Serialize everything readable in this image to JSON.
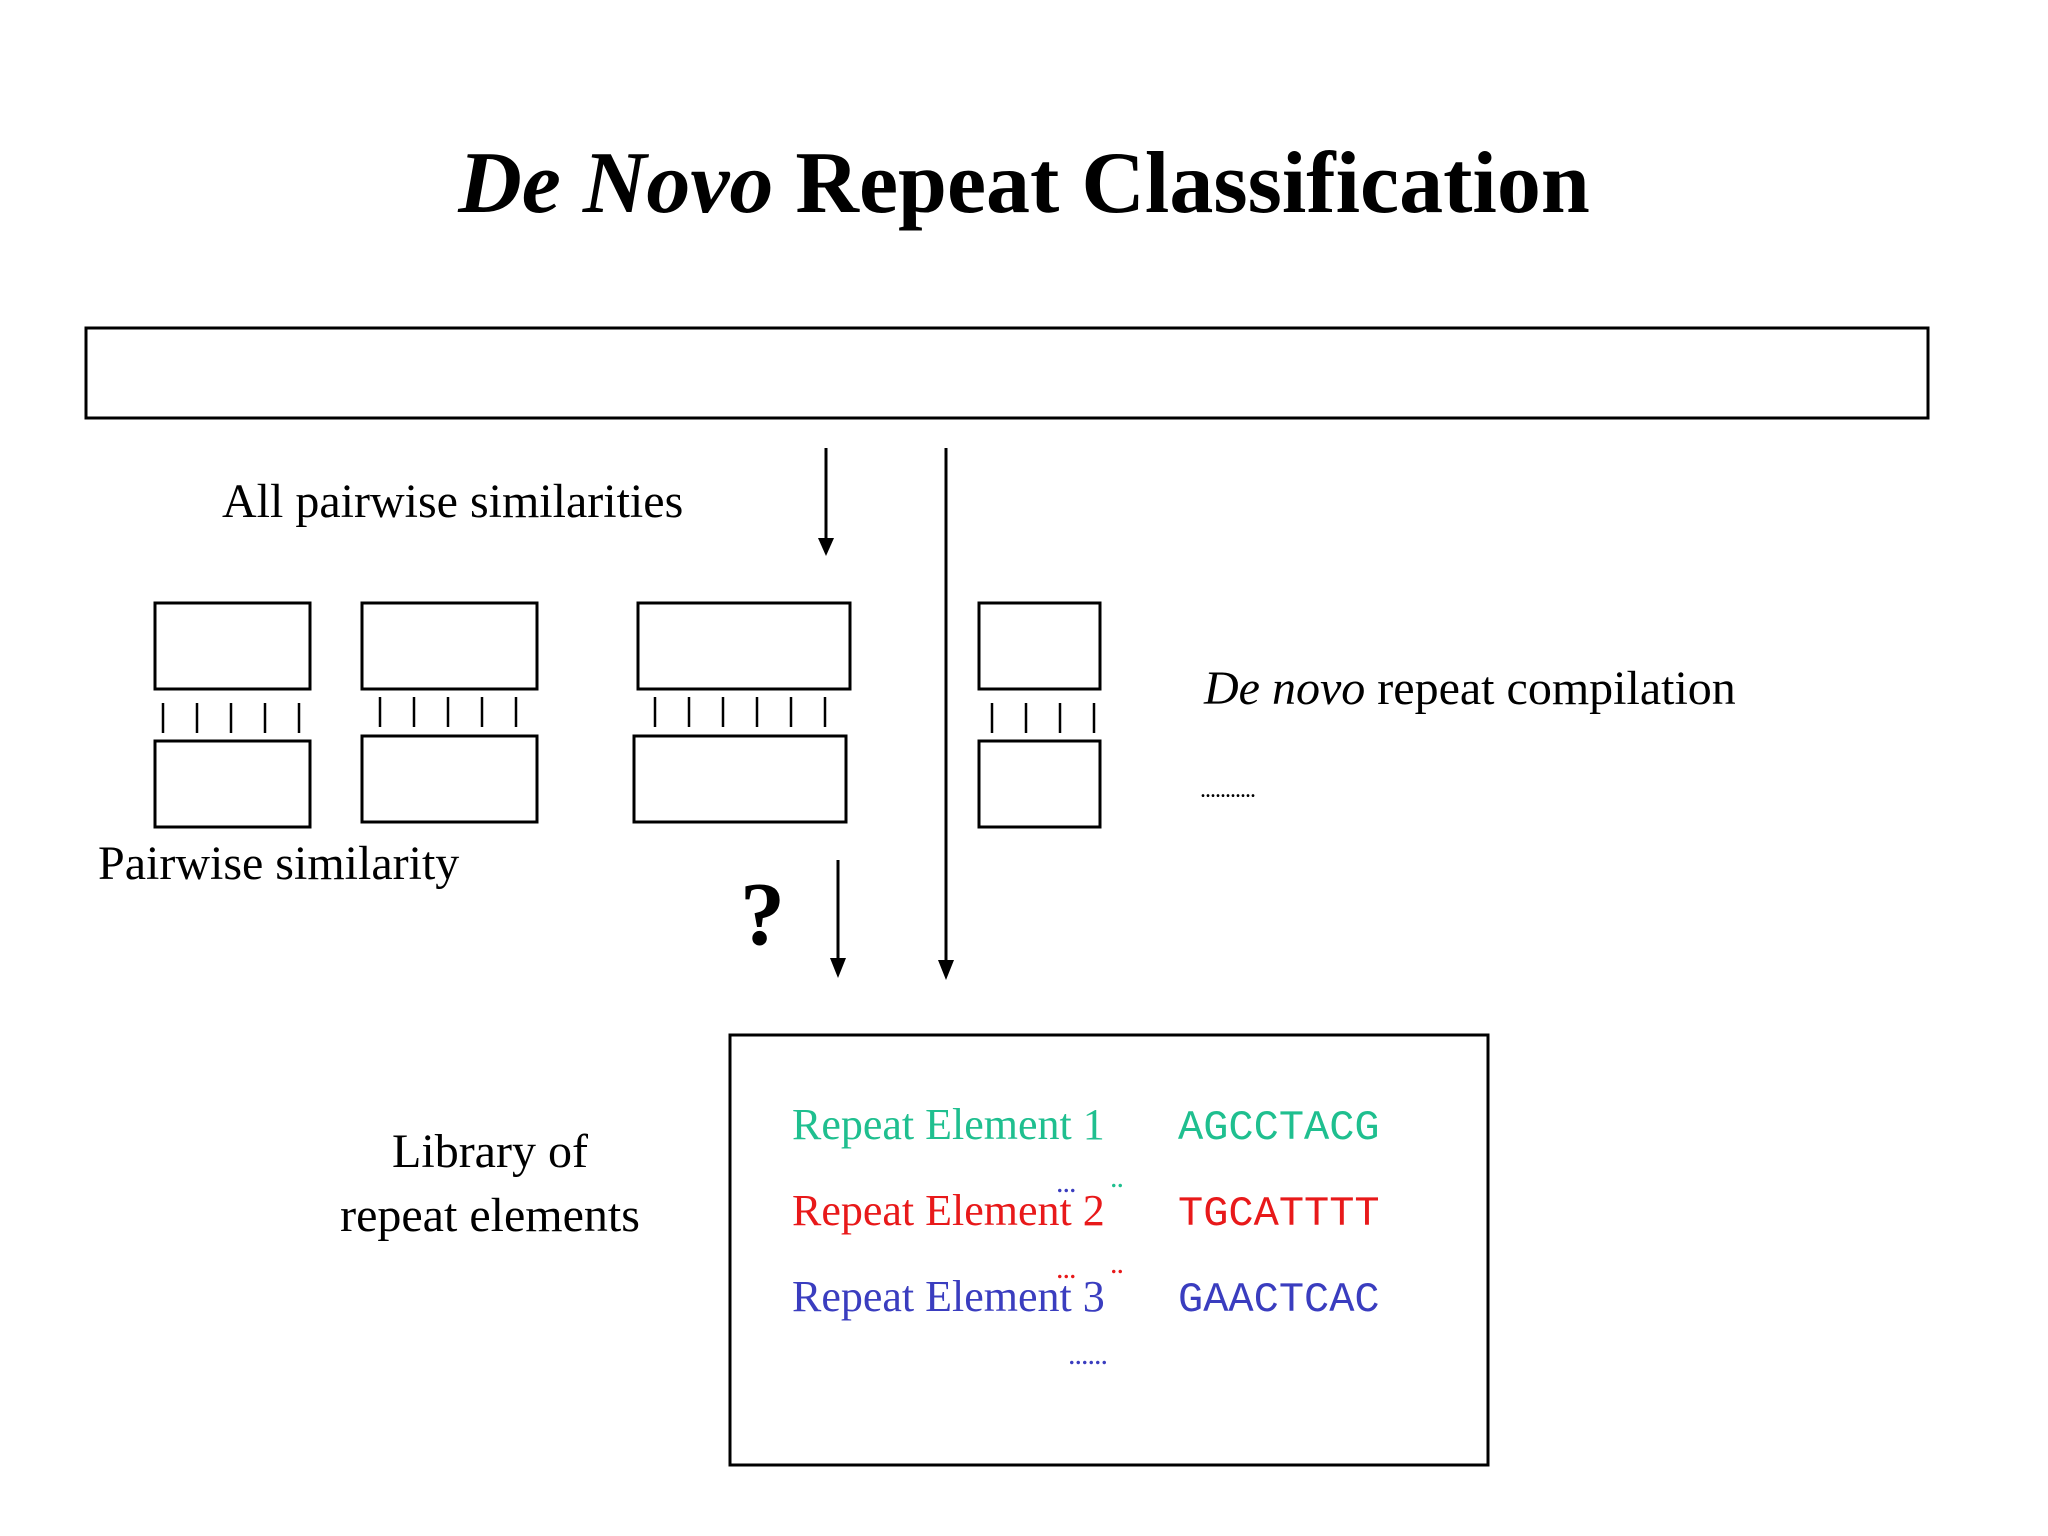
{
  "title": {
    "italic": "De Novo",
    "rest": " Repeat Classification"
  },
  "labels": {
    "all_pairwise": "All pairwise similarities",
    "pairwise": "Pairwise similarity",
    "compilation_italic": "De novo",
    "compilation_rest": " repeat compilation",
    "compilation_dots": "...........",
    "question": "?",
    "library_line1": "Library of",
    "library_line2": "repeat elements"
  },
  "library": {
    "elements": [
      {
        "name": "Repeat Element 1",
        "sequence": "AGCCTACG",
        "color": "#1fbf8f"
      },
      {
        "name": "Repeat Element 2",
        "sequence": "TGCATTTT",
        "color": "#e8191a"
      },
      {
        "name": "Repeat Element 3",
        "sequence": "GAACTCAC",
        "color": "#3a3dbf"
      }
    ],
    "gap_dots": [
      "...",
      "..",
      "...",
      ".."
    ],
    "more_dots": "......"
  }
}
